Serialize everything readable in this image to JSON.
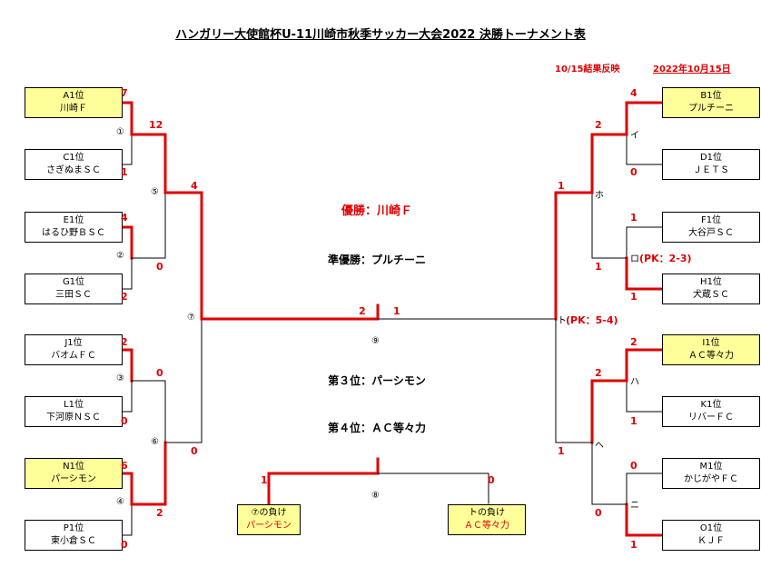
{
  "title": "ハンガリー大使館杯U-11川崎市秋季サッカー大会2022 決勝トーナメント表",
  "update_note": "10/15結果反映",
  "date": "2022年10月15日",
  "results": {
    "champion": "優勝：川崎Ｆ",
    "runner_up": "準優勝：プルチーニ",
    "third": "第３位：パーシモン",
    "fourth": "第４位：ＡＣ等々力"
  },
  "left_teams": [
    {
      "pos": "A1位",
      "name": "川崎Ｆ",
      "score": "7"
    },
    {
      "pos": "C1位",
      "name": "さぎぬまＳＣ",
      "score": "1"
    },
    {
      "pos": "E1位",
      "name": "はるひ野ＢＳＣ",
      "score": "4"
    },
    {
      "pos": "G1位",
      "name": "三田ＳＣ",
      "score": "2"
    },
    {
      "pos": "J1位",
      "name": "バオムＦＣ",
      "score": "2"
    },
    {
      "pos": "L1位",
      "name": "下河原ＮＳＣ",
      "score": "0"
    },
    {
      "pos": "N1位",
      "name": "パーシモン",
      "score": "6"
    },
    {
      "pos": "P1位",
      "name": "東小倉ＳＣ",
      "score": "0"
    }
  ],
  "right_teams": [
    {
      "pos": "B1位",
      "name": "プルチーニ",
      "score": "4"
    },
    {
      "pos": "D1位",
      "name": "ＪＥＴＳ",
      "score": "0"
    },
    {
      "pos": "F1位",
      "name": "大谷戸ＳＣ",
      "score": "1"
    },
    {
      "pos": "H1位",
      "name": "犬蔵ＳＣ",
      "score": "1"
    },
    {
      "pos": "I1位",
      "name": "ＡＣ等々力",
      "score": "2"
    },
    {
      "pos": "K1位",
      "name": "リバーＦＣ",
      "score": "1"
    },
    {
      "pos": "M1位",
      "name": "かじがやＦＣ",
      "score": "0"
    },
    {
      "pos": "O1位",
      "name": "ＫＪＦ",
      "score": "1"
    }
  ],
  "left_round2_scores": {
    "m1": "12",
    "m2": "0",
    "m3": "0",
    "m4": "2"
  },
  "left_round3_scores": {
    "m5": "4",
    "m6": "0"
  },
  "right_round2_scores": {
    "a": "2",
    "b": "1",
    "c": "2",
    "d": "0"
  },
  "right_round3_scores": {
    "e": "1",
    "f": "1"
  },
  "final_scores": {
    "left": "2",
    "right": "1"
  },
  "match_marks": {
    "m1": "①",
    "m2": "②",
    "m3": "③",
    "m4": "④",
    "m5": "⑤",
    "m6": "⑥",
    "m7": "⑦",
    "m8": "⑧",
    "m9": "⑨",
    "i": "イ",
    "ro": "ロ",
    "ha": "ハ",
    "ni": "ニ",
    "ho": "ホ",
    "he": "ヘ",
    "to": "ト"
  },
  "pk_notes": {
    "ro": "(PK：2-3)",
    "to": "(PK：5-4)"
  },
  "third_place": {
    "left_box": {
      "line1": "⑦の負け",
      "line2": "パーシモン",
      "score": "1"
    },
    "right_box": {
      "line1": "トの負け",
      "line2": "ＡＣ等々力",
      "score": "0"
    }
  }
}
